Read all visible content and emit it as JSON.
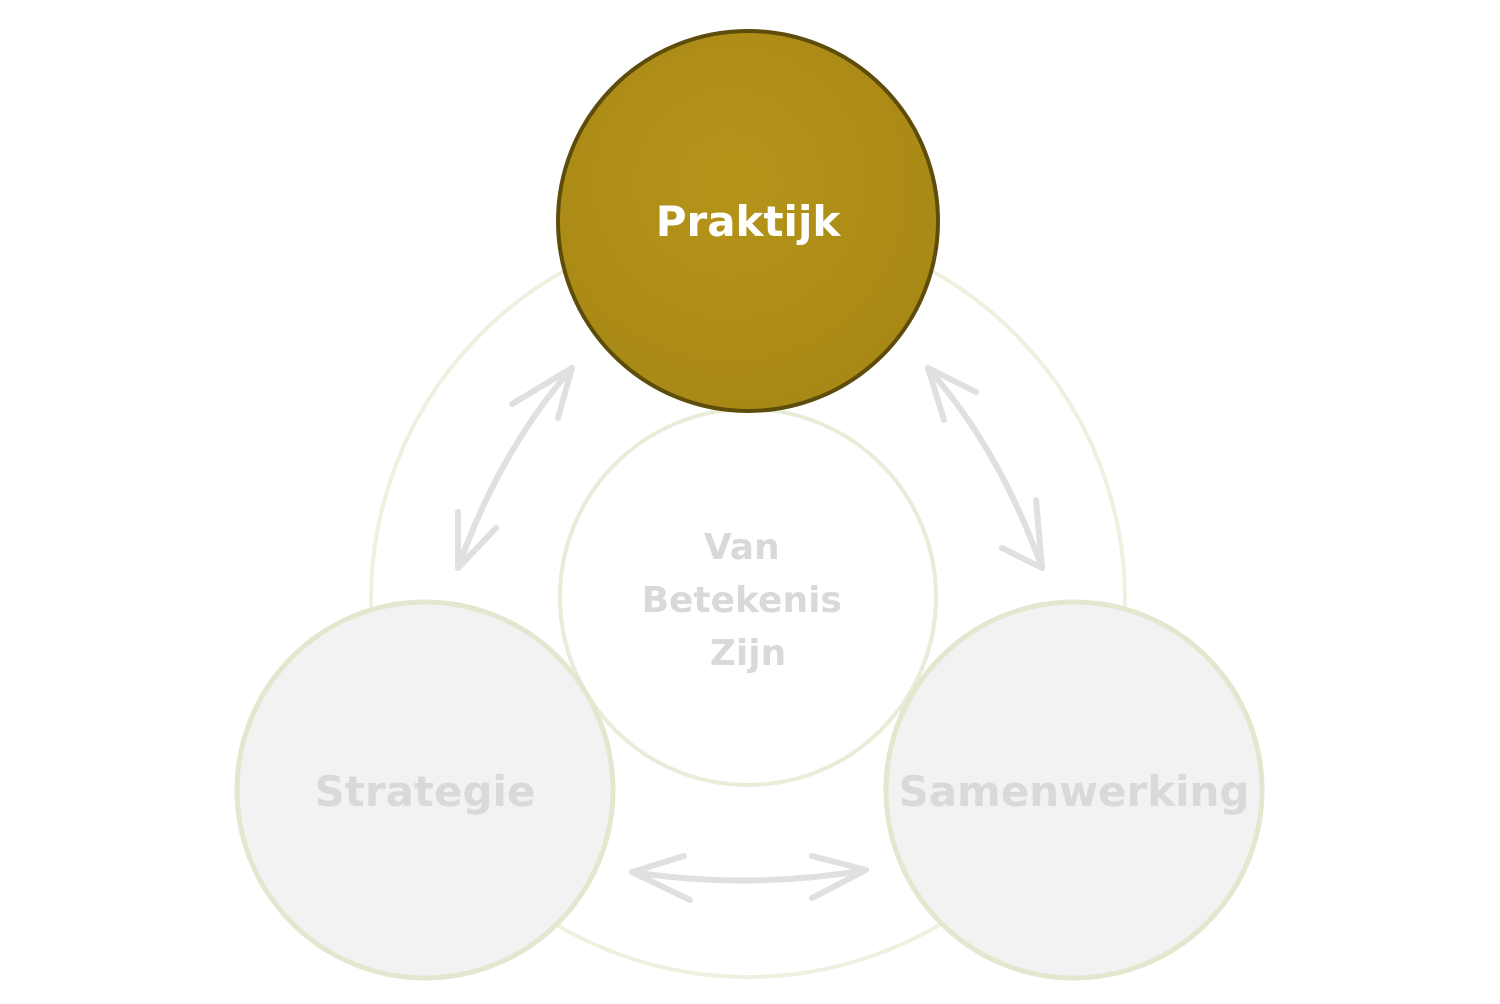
{
  "diagram": {
    "center": {
      "lines": [
        "Van",
        "Betekenis",
        "Zijn"
      ]
    },
    "nodes": {
      "top": {
        "label": "Praktijk",
        "state": "active"
      },
      "left": {
        "label": "Strategie",
        "state": "inactive"
      },
      "right": {
        "label": "Samenwerking",
        "state": "inactive"
      }
    },
    "colors": {
      "active_fill": "#ae8c18",
      "active_stroke": "#5e4c0a",
      "active_text": "#ffffff",
      "inactive_fill": "#f2f2f2",
      "inactive_stroke": "#e2e7d0",
      "inactive_text": "#d9d9d9",
      "ring_stroke": "#eef1df",
      "arrow_stroke": "#e0e0e0"
    },
    "arrows": [
      "top-left",
      "top-right",
      "bottom"
    ]
  }
}
